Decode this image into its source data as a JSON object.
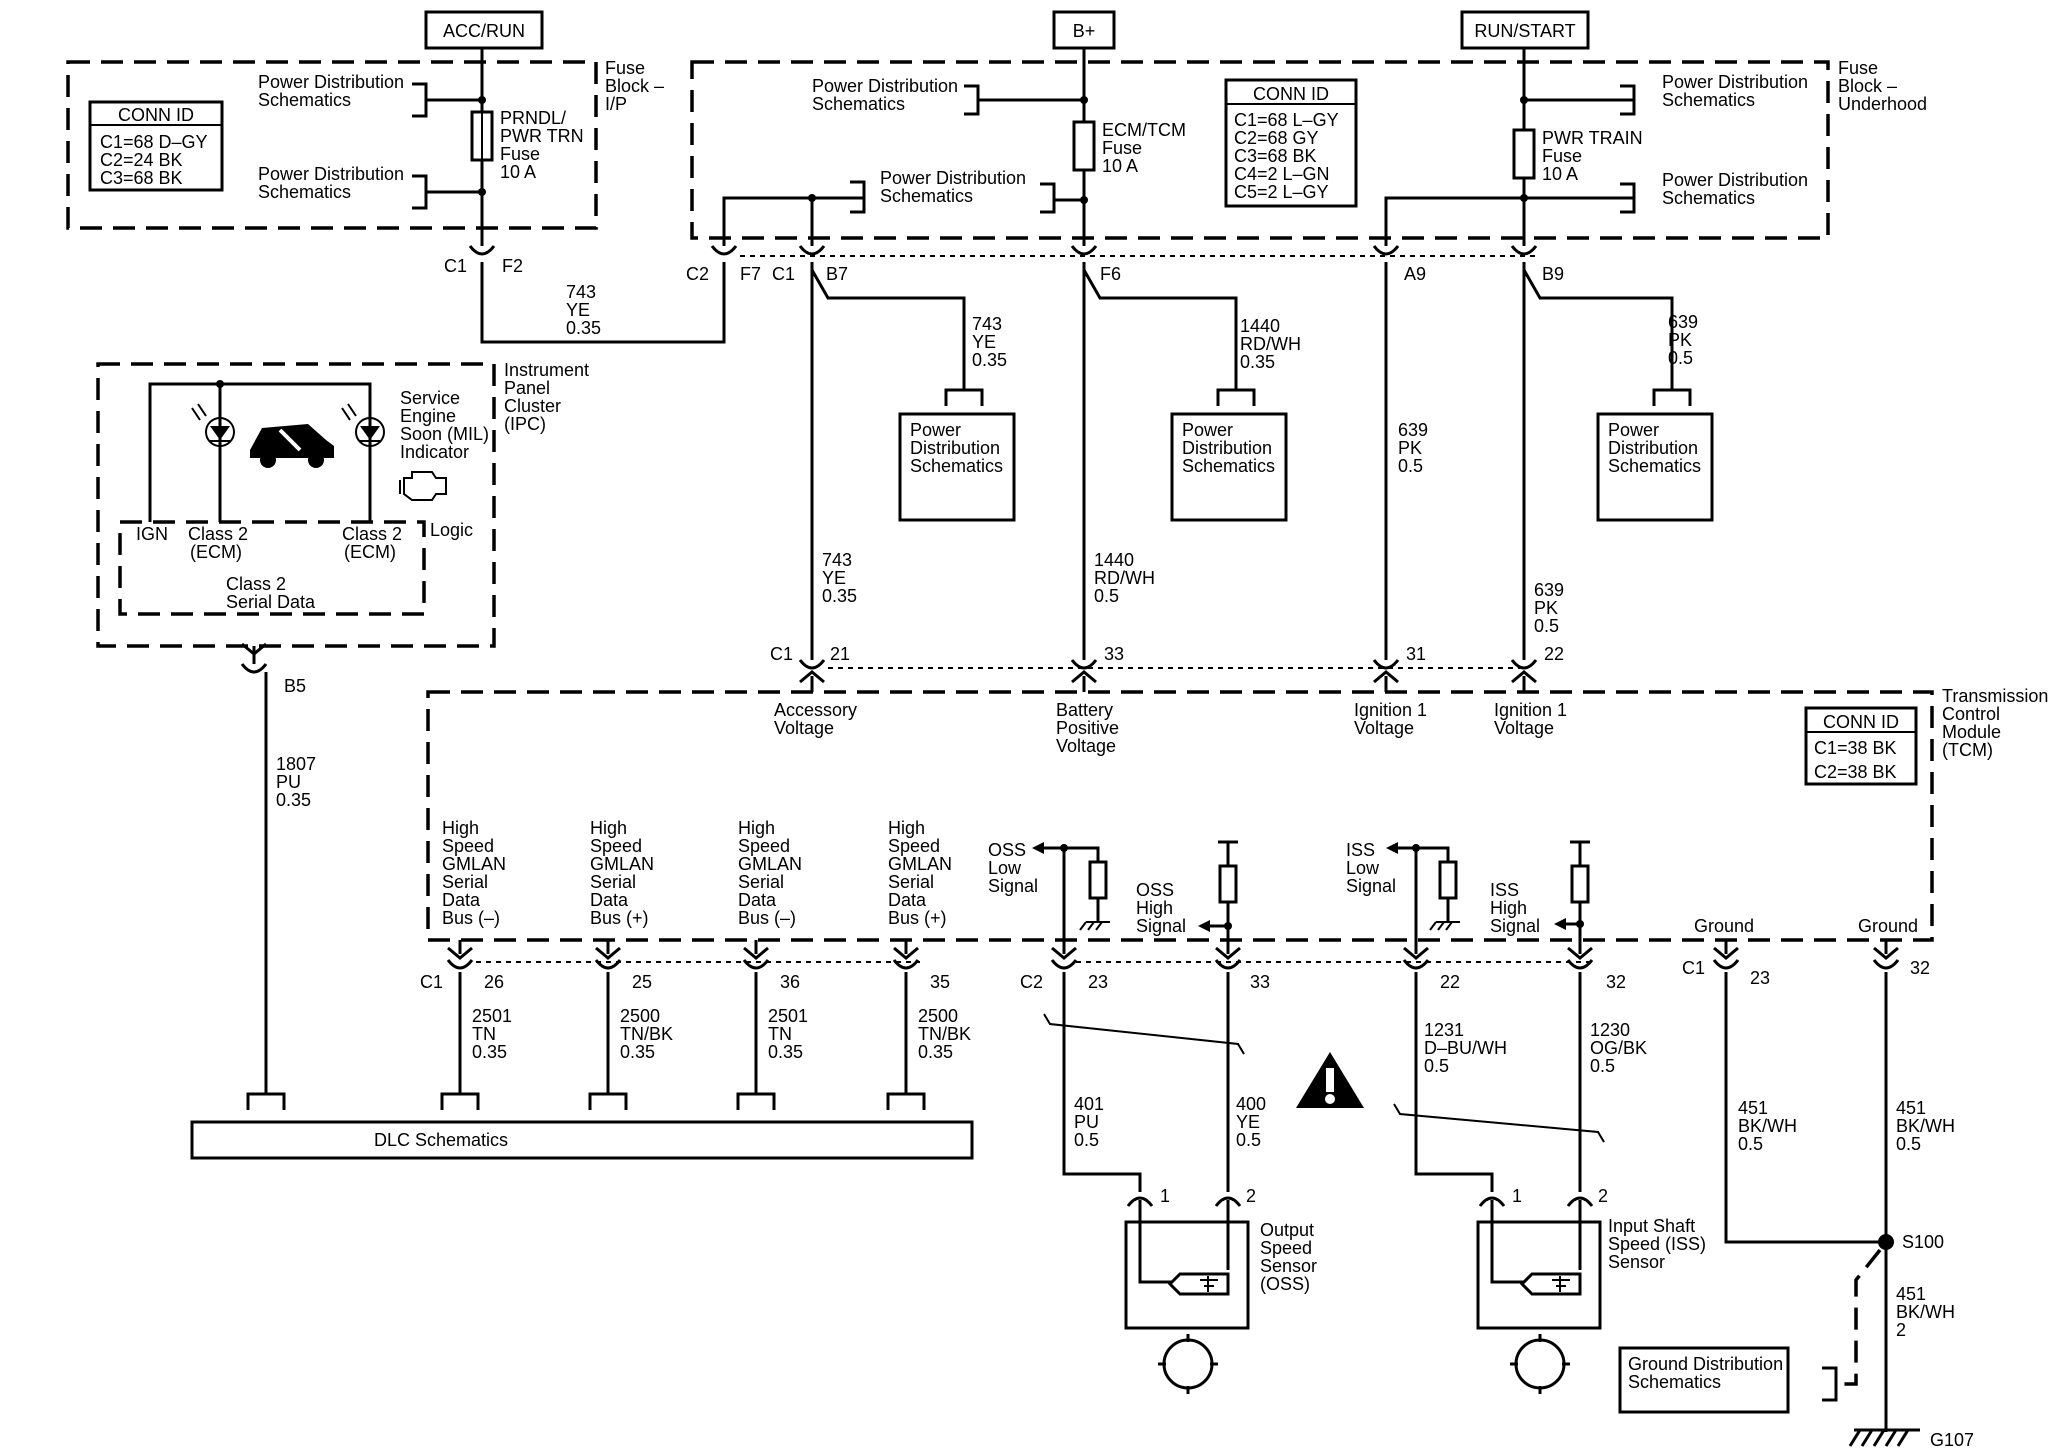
{
  "supply": {
    "acc_run": "ACC/RUN",
    "b_plus": "B+",
    "run_start": "RUN/START"
  },
  "fuse_ip": {
    "title": [
      "Fuse",
      "Block –",
      "I/P"
    ],
    "conn_title": "CONN ID",
    "conn": [
      "C1=68 D–GY",
      "C2=24 BK",
      "C3=68 BK"
    ],
    "fuse": [
      "PRNDL/",
      "PWR TRN",
      "Fuse",
      "10 A"
    ],
    "pds_top": [
      "Power Distribution",
      "Schematics"
    ],
    "pds_bot": [
      "Power Distribution",
      "Schematics"
    ],
    "pin_c1": "C1",
    "pin_f2": "F2"
  },
  "fuse_uh": {
    "title": [
      "Fuse",
      "Block –",
      "Underhood"
    ],
    "conn_title": "CONN ID",
    "conn": [
      "C1=68 L–GY",
      "C2=68 GY",
      "C3=68 BK",
      "C4=2 L–GN",
      "C5=2 L–GY"
    ],
    "ecm_fuse": [
      "ECM/TCM",
      "Fuse",
      "10 A"
    ],
    "pwr_fuse": [
      "PWR TRAIN",
      "Fuse",
      "10 A"
    ],
    "pds_a": [
      "Power Distribution",
      "Schematics"
    ],
    "pds_b": [
      "Power Distribution",
      "Schematics"
    ],
    "pds_c": [
      "Power Distribution",
      "Schematics"
    ],
    "pds_d": [
      "Power Distribution",
      "Schematics"
    ],
    "pins": {
      "c2": "C2",
      "f7": "F7",
      "c1": "C1",
      "b7": "B7",
      "f6": "F6",
      "a9": "A9",
      "b9": "B9"
    }
  },
  "wires": {
    "w743a": [
      "743",
      "YE",
      "0.35"
    ],
    "w743b": [
      "743",
      "YE",
      "0.35"
    ],
    "w743c": [
      "743",
      "YE",
      "0.35"
    ],
    "w1440a": [
      "1440",
      "RD/WH",
      "0.35"
    ],
    "w1440b": [
      "1440",
      "RD/WH",
      "0.5"
    ],
    "w639a": [
      "639",
      "PK",
      "0.5"
    ],
    "w639b": [
      "639",
      "PK",
      "0.5"
    ],
    "w639c": [
      "639",
      "PK",
      "0.5"
    ],
    "w1807": [
      "1807",
      "PU",
      "0.35"
    ],
    "w2501a": [
      "2501",
      "TN",
      "0.35"
    ],
    "w2500a": [
      "2500",
      "TN/BK",
      "0.35"
    ],
    "w2501b": [
      "2501",
      "TN",
      "0.35"
    ],
    "w2500b": [
      "2500",
      "TN/BK",
      "0.35"
    ],
    "w401": [
      "401",
      "PU",
      "0.5"
    ],
    "w400": [
      "400",
      "YE",
      "0.5"
    ],
    "w1231": [
      "1231",
      "D–BU/WH",
      "0.5"
    ],
    "w1230": [
      "1230",
      "OG/BK",
      "0.5"
    ],
    "w451a": [
      "451",
      "BK/WH",
      "0.5"
    ],
    "w451b": [
      "451",
      "BK/WH",
      "0.5"
    ],
    "w451c": [
      "451",
      "BK/WH",
      "2"
    ]
  },
  "pds_boxes": {
    "a": [
      "Power",
      "Distribution",
      "Schematics"
    ],
    "b": [
      "Power",
      "Distribution",
      "Schematics"
    ],
    "c": [
      "Power",
      "Distribution",
      "Schematics"
    ]
  },
  "ipc": {
    "title": [
      "Instrument",
      "Panel",
      "Cluster",
      "(IPC)"
    ],
    "mil": [
      "Service",
      "Engine",
      "Soon (MIL)",
      "Indicator"
    ],
    "logic": "Logic",
    "ign": "IGN",
    "class2_l": [
      "Class 2",
      "(ECM)"
    ],
    "class2_r": [
      "Class 2",
      "(ECM)"
    ],
    "serial": [
      "Class 2",
      "Serial Data"
    ],
    "pin_b5": "B5"
  },
  "tcm": {
    "title": [
      "Transmission",
      "Control",
      "Module",
      "(TCM)"
    ],
    "conn_title": "CONN ID",
    "conn": [
      "C1=38 BK",
      "C2=38 BK"
    ],
    "top_pins": {
      "c1": "C1",
      "p21": "21",
      "p33": "33",
      "p31": "31",
      "p22": "22"
    },
    "inputs": {
      "acc": [
        "Accessory",
        "Voltage"
      ],
      "bat": [
        "Battery",
        "Positive",
        "Voltage"
      ],
      "ign1a": [
        "Ignition 1",
        "Voltage"
      ],
      "ign1b": [
        "Ignition 1",
        "Voltage"
      ]
    },
    "gmlan": {
      "a": [
        "High",
        "Speed",
        "GMLAN",
        "Serial",
        "Data",
        "Bus (–)"
      ],
      "b": [
        "High",
        "Speed",
        "GMLAN",
        "Serial",
        "Data",
        "Bus (+)"
      ],
      "c": [
        "High",
        "Speed",
        "GMLAN",
        "Serial",
        "Data",
        "Bus (–)"
      ],
      "d": [
        "High",
        "Speed",
        "GMLAN",
        "Serial",
        "Data",
        "Bus (+)"
      ]
    },
    "oss_low": [
      "OSS",
      "Low",
      "Signal"
    ],
    "oss_high": [
      "OSS",
      "High",
      "Signal"
    ],
    "iss_low": [
      "ISS",
      "Low",
      "Signal"
    ],
    "iss_high": [
      "ISS",
      "High",
      "Signal"
    ],
    "ground_a": "Ground",
    "ground_b": "Ground",
    "bottom_pins": {
      "c1": "C1",
      "p26": "26",
      "p25": "25",
      "p36": "36",
      "p35": "35",
      "c2": "C2",
      "p23": "23",
      "p33": "33",
      "p22": "22",
      "p32": "32",
      "c1b": "C1",
      "p23b": "23",
      "p32b": "32"
    }
  },
  "dlc": "DLC Schematics",
  "oss_sensor": {
    "name": [
      "Output",
      "Speed",
      "Sensor",
      "(OSS)"
    ],
    "pin1": "1",
    "pin2": "2"
  },
  "iss_sensor": {
    "name": [
      "Input Shaft",
      "Speed (ISS)",
      "Sensor"
    ],
    "pin1": "1",
    "pin2": "2"
  },
  "splice": "S100",
  "ground_pt": "G107",
  "gds": [
    "Ground Distribution",
    "Schematics"
  ]
}
